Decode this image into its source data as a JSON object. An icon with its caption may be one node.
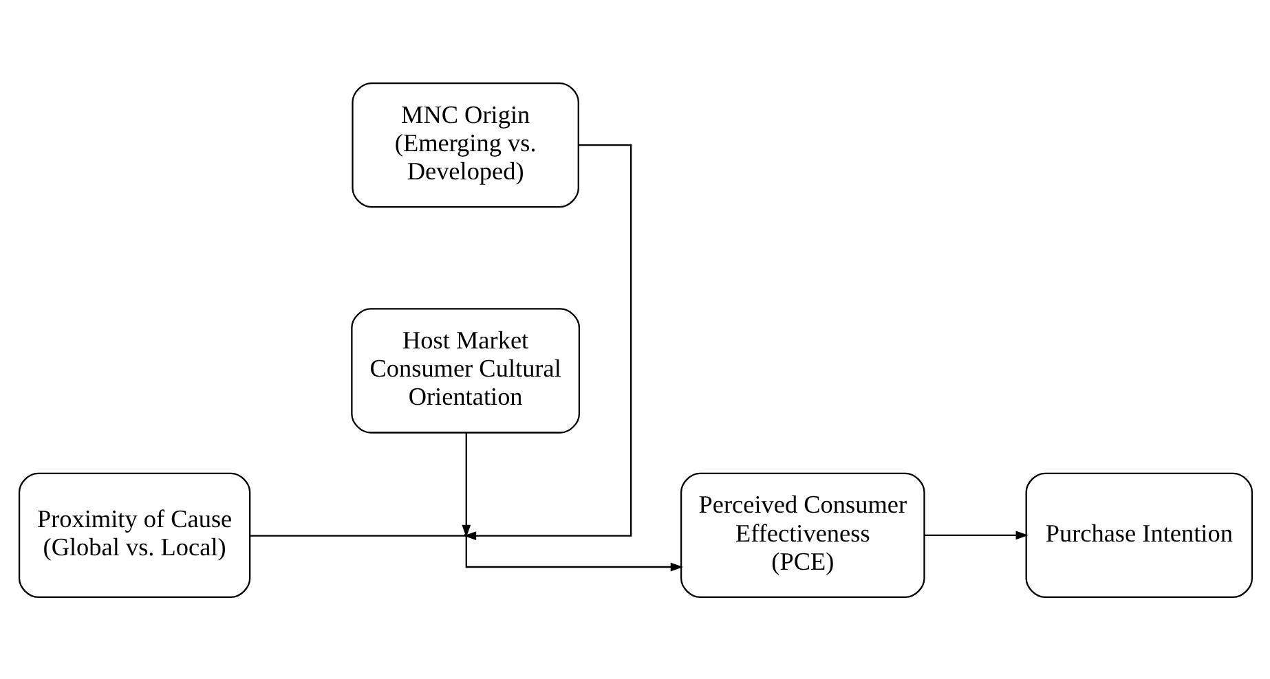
{
  "diagram": {
    "nodes": [
      {
        "text": [
          "MNC Origin (Emerging vs. Developed)"
        ]
      },
      {
        "text": [
          "Proximity of Cause (Global vs. Local)"
        ]
      },
      {
        "text": [
          "Perceived Consumer Effectiveness (PCE)"
        ]
      },
      {
        "text": [
          "Purchase Intention"
        ]
      },
      {
        "text": [
          "Host Market Consumer Cultural Orientation"
        ]
      }
    ],
    "edges": [
      {
        "from": 1,
        "to": 2,
        "arrow": "to"
      },
      {
        "from": 2,
        "to": 3,
        "arrow": "to"
      },
      {
        "from": 0,
        "to": null,
        "arrow": "to"
      },
      {
        "from": 4,
        "to": null,
        "arrow": "to"
      }
    ]
  }
}
